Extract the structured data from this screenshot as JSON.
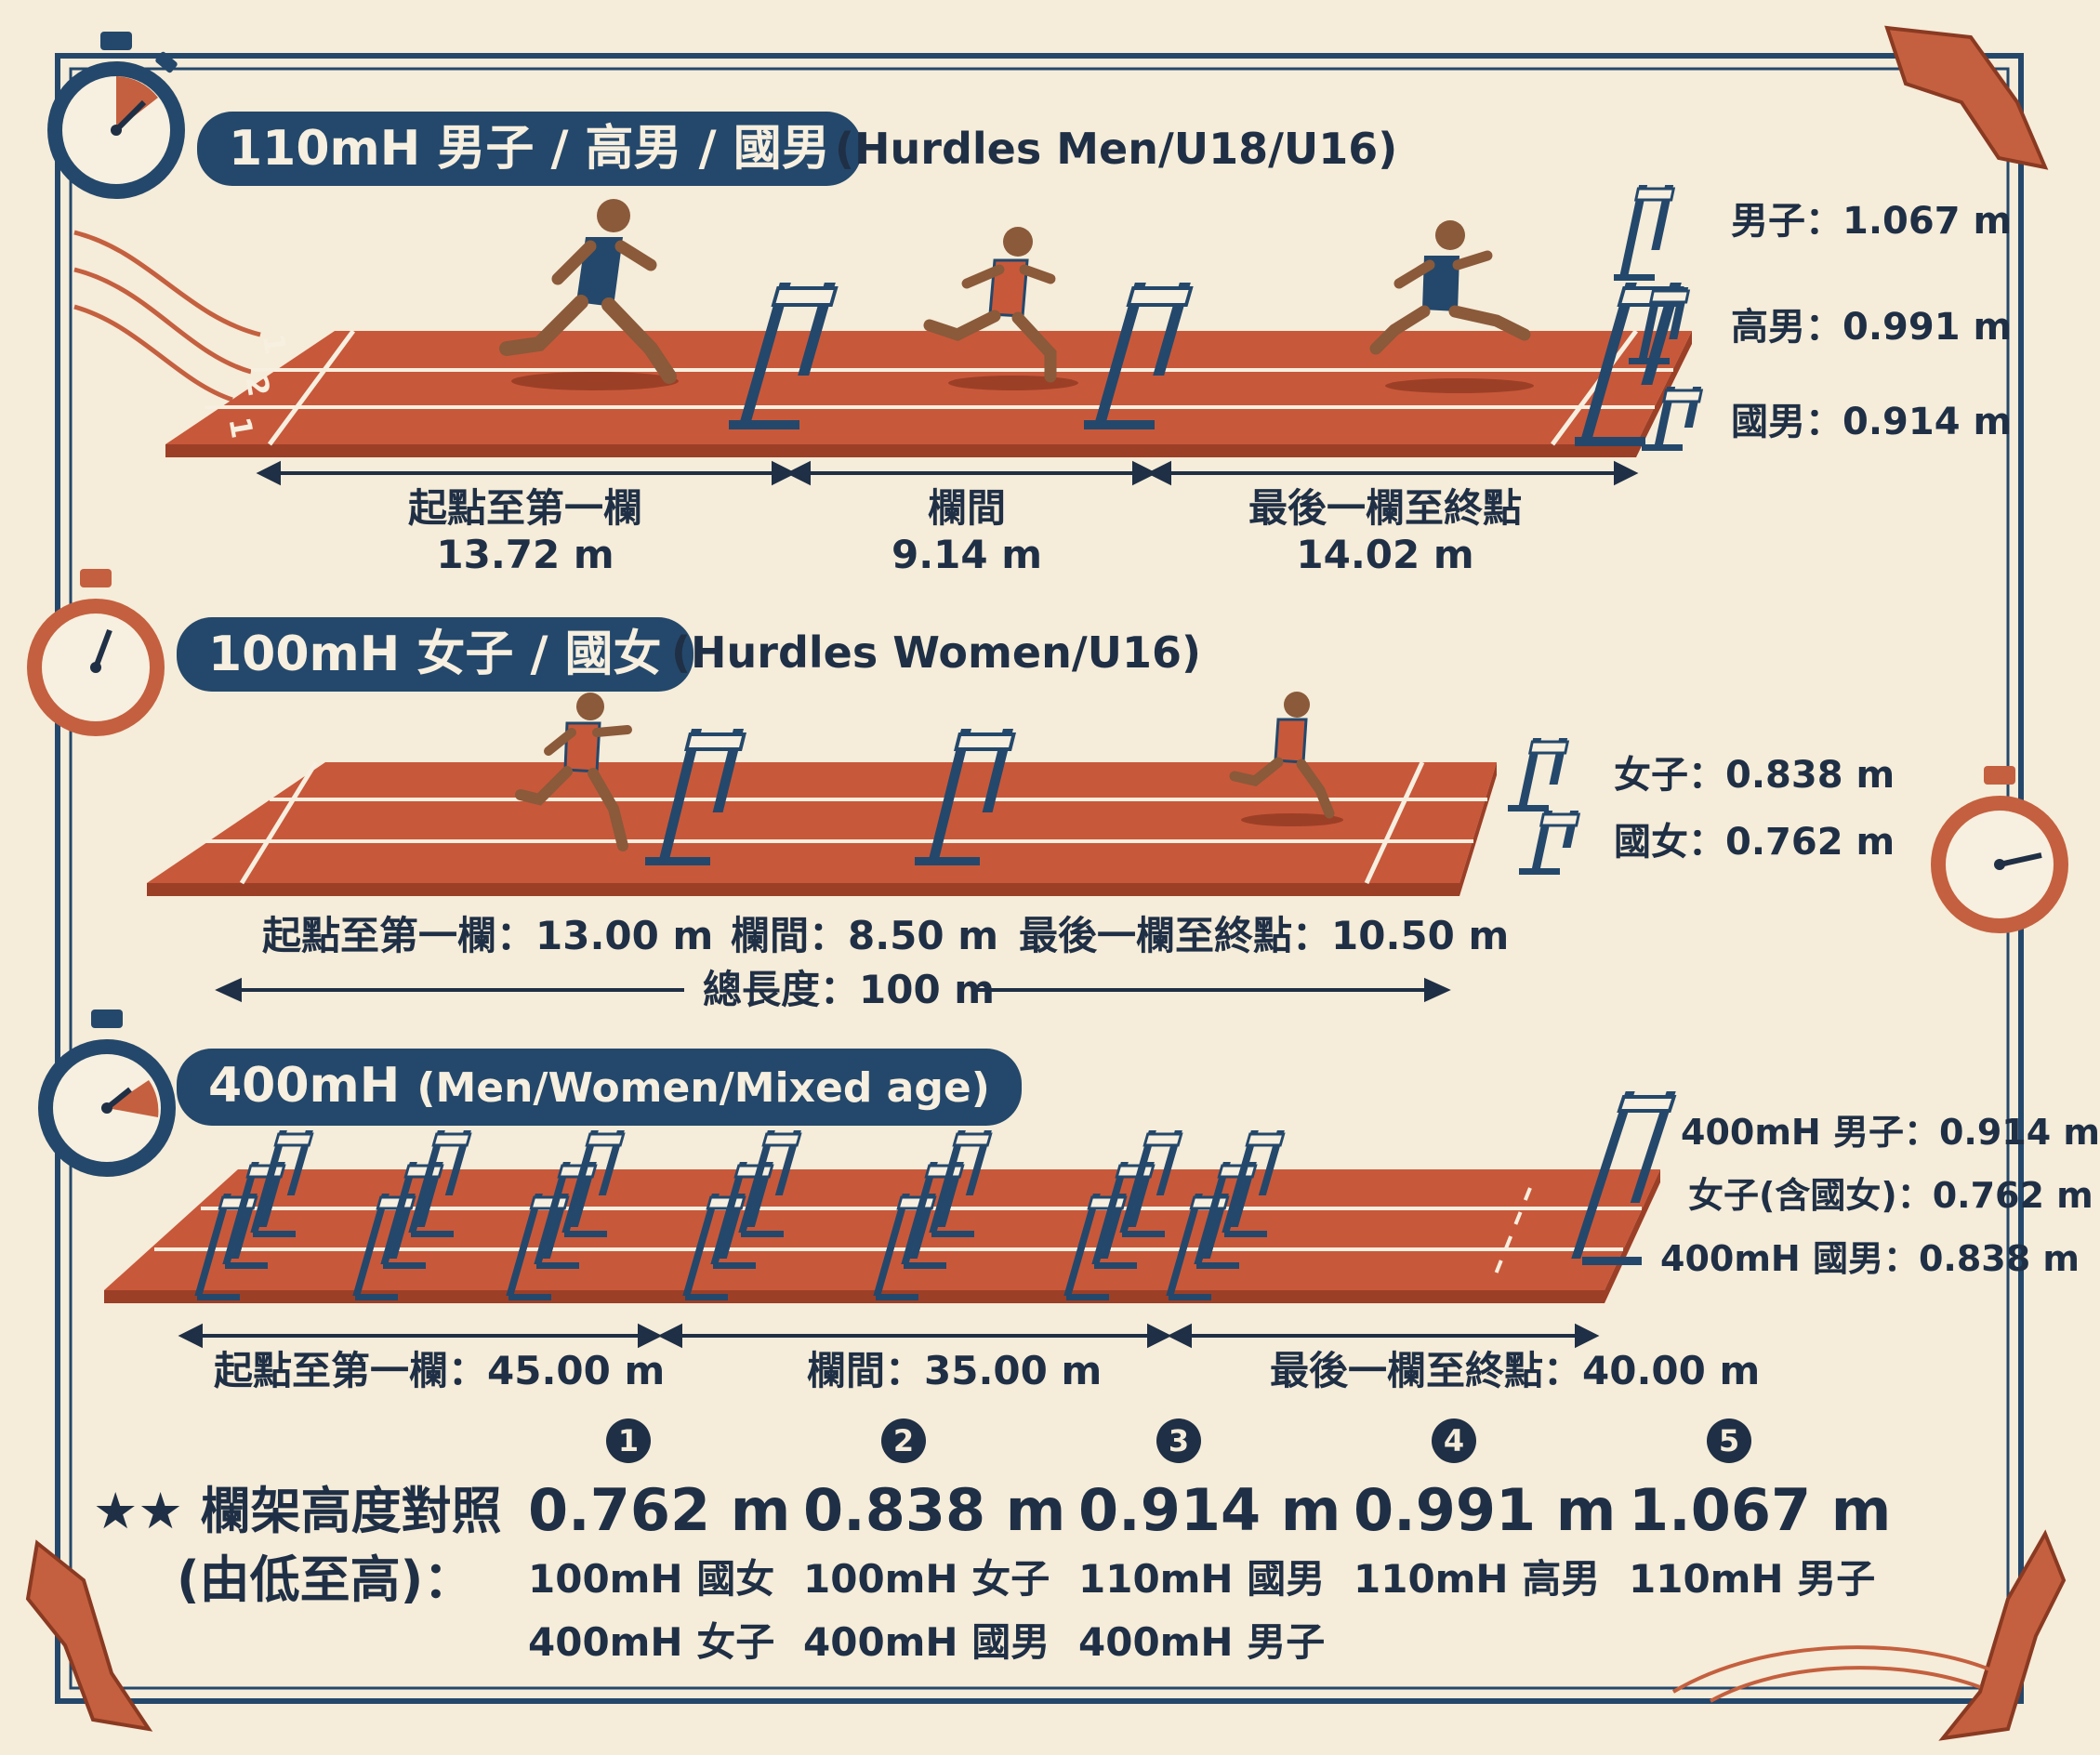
{
  "sections": [
    {
      "event": "110mH 男子 / 高男 / 國男",
      "subtitle": "(Hurdles Men/U18/U16)",
      "lane_numbers": [
        "1",
        "2",
        "1"
      ],
      "heights": [
        "男子：1.067 m",
        "高男：0.991 m",
        "國男：0.914 m"
      ],
      "segments": [
        {
          "label": "起點至第一欄",
          "value": "13.72 m"
        },
        {
          "label": "欄間",
          "value": "9.14 m"
        },
        {
          "label": "最後一欄至終點",
          "value": "14.02 m"
        }
      ]
    },
    {
      "event": "100mH 女子 / 國女",
      "subtitle": "(Hurdles Women/U16)",
      "heights": [
        "女子：0.838 m",
        "國女：0.762 m"
      ],
      "segments": [
        "起點至第一欄：13.00 m",
        "欄間：8.50 m",
        "最後一欄至終點：10.50 m"
      ],
      "total": "總長度：100 m"
    },
    {
      "event": "400mH",
      "subtitle": "(Men/Women/Mixed age)",
      "heights": [
        "400mH 男子：0.914 m",
        "女子(含國女)：0.762 m",
        "400mH 國男：0.838 m"
      ],
      "segments": [
        "起點至第一欄：45.00 m",
        "欄間：35.00 m",
        "最後一欄至終點：40.00 m"
      ]
    }
  ],
  "comparison": {
    "title_line1": "★★ 欄架高度對照",
    "title_line2": "(由低至高)：",
    "items": [
      {
        "num": "1",
        "height": "0.762 m",
        "events": [
          "100mH 國女",
          "400mH 女子"
        ]
      },
      {
        "num": "2",
        "height": "0.838 m",
        "events": [
          "100mH 女子",
          "400mH 國男"
        ]
      },
      {
        "num": "3",
        "height": "0.914 m",
        "events": [
          "110mH 國男",
          "400mH 男子"
        ]
      },
      {
        "num": "4",
        "height": "0.991 m",
        "events": [
          "110mH 高男"
        ]
      },
      {
        "num": "5",
        "height": "1.067 m",
        "events": [
          "110mH 男子"
        ]
      }
    ]
  },
  "colors": {
    "track": "#c8583a",
    "track_edge": "#9c3f27",
    "navy": "#24486b",
    "cream": "#f5ecd9",
    "ribbon": "#c4603f"
  }
}
